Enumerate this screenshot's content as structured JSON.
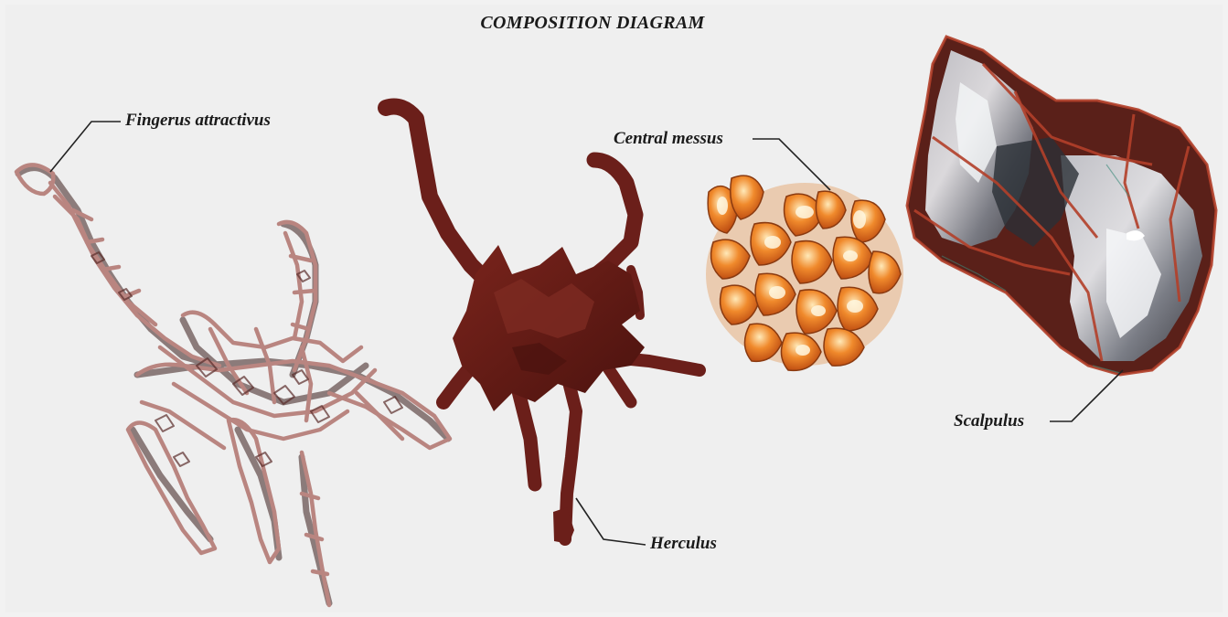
{
  "title": "COMPOSITION DIAGRAM",
  "labels": {
    "fingerus": "Fingerus attractivus",
    "herculus": "Herculus",
    "central": "Central messus",
    "scalpulus": "Scalpulus"
  },
  "colors": {
    "background": "#efefef",
    "fingerus": "#b98580",
    "herculus": "#6b1f1a",
    "central": "#e67a22",
    "scalpulus": "#8a2a1e",
    "leader_line": "#222222"
  },
  "icons": {
    "fingerus": "lattice-branching-sculpture",
    "herculus": "dark-red-tentacled-sculpture",
    "central": "orange-glossy-cluster-sculpture",
    "scalpulus": "translucent-faceted-sculpture"
  }
}
